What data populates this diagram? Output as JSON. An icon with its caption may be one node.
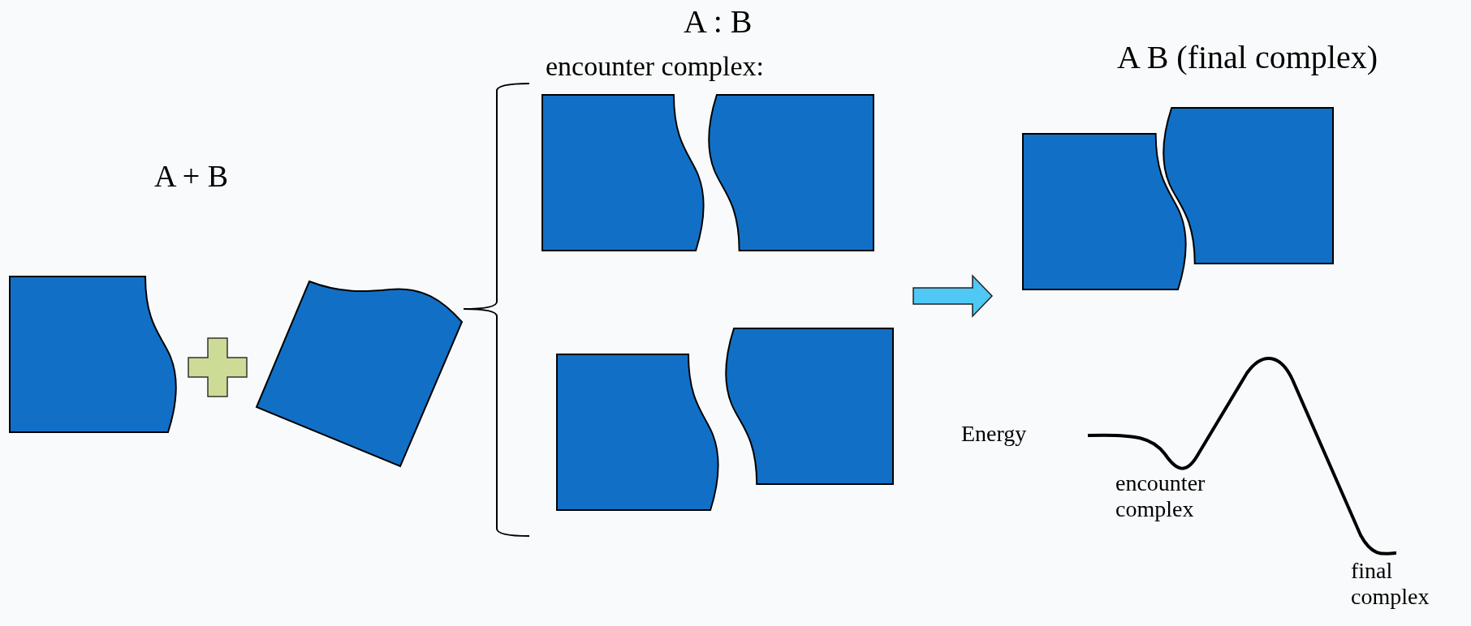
{
  "diagram": {
    "nodes": [
      {
        "text": [],
        "shape": "box"
      },
      {
        "text": [],
        "shape": "box"
      },
      {
        "text": [
          "A : B",
          "encounter complex:"
        ]
      },
      {
        "text": [],
        "shape": "box",
        "in": 2
      },
      {
        "text": [],
        "shape": "box",
        "in": 2
      },
      {
        "text": [],
        "shape": "box",
        "in": 2
      },
      {
        "text": [],
        "shape": "box",
        "in": 2
      },
      {
        "text": [
          "A B (final complex)"
        ]
      },
      {
        "text": [],
        "shape": "box",
        "in": 7
      },
      {
        "text": [],
        "shape": "box",
        "in": 7
      }
    ],
    "edges": [
      {
        "from": 2,
        "to": 7,
        "arrow": "to"
      }
    ],
    "labels": [
      "A + B",
      "Energy",
      "encounter complex",
      "final complex"
    ]
  }
}
